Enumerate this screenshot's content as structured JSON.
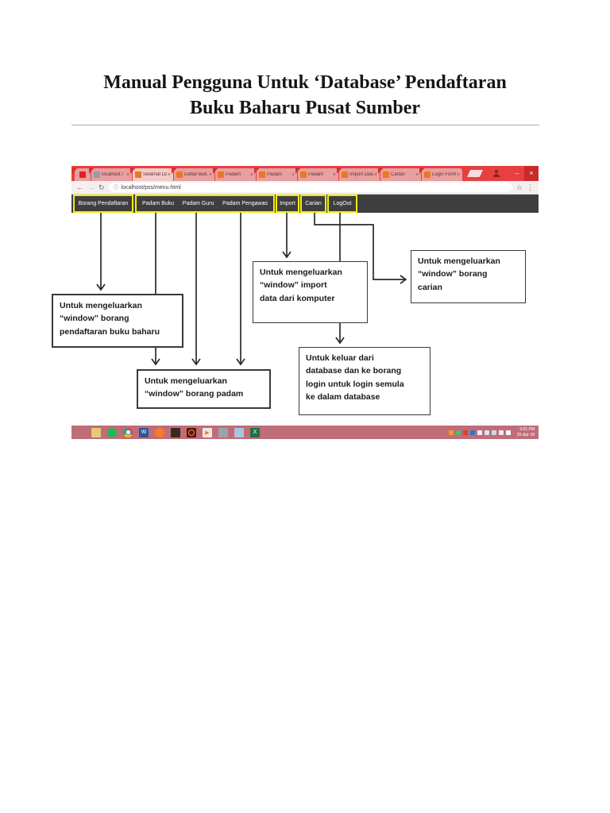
{
  "doc": {
    "title_line1": "Manual Pengguna Untuk ‘Database’ Pendaftaran",
    "title_line2": "Buku Baharu Pusat Sumber"
  },
  "browser": {
    "tabs": [
      {
        "label": "localhost /"
      },
      {
        "label": "Selamat Da.."
      },
      {
        "label": "Daftar Buk.."
      },
      {
        "label": "Padam"
      },
      {
        "label": "Padam"
      },
      {
        "label": "Padam"
      },
      {
        "label": "Import Data"
      },
      {
        "label": "Carian"
      },
      {
        "label": "Login Form"
      }
    ],
    "url": "localhost/pss/menu.html",
    "nav_items": [
      {
        "label": "Borang Pendaftaran"
      },
      {
        "label": "Padam Buku"
      },
      {
        "label": "Padam Guru"
      },
      {
        "label": "Padam Pengawas"
      },
      {
        "label": "Import"
      },
      {
        "label": "Carian"
      },
      {
        "label": "LogOut"
      }
    ]
  },
  "icons": {
    "close": "×",
    "back": "←",
    "forward": "→",
    "reload": "↻",
    "info": "ⓘ",
    "star": "☆",
    "dots": "⋮",
    "minimize": "–",
    "play": "▶",
    "word": "W",
    "excel": "X"
  },
  "annotations": {
    "box1": {
      "lines": [
        "Untuk mengeluarkan",
        "“window” borang",
        "pendaftaran buku baharu"
      ]
    },
    "box2": {
      "lines": [
        "Untuk mengeluarkan",
        "“window” borang padam"
      ]
    },
    "box3": {
      "lines": [
        "Untuk mengeluarkan",
        "“window”  import",
        "data dari komputer"
      ]
    },
    "box4": {
      "lines": [
        "Untuk mengeluarkan",
        "“window” borang",
        "carian"
      ]
    },
    "box5": {
      "lines": [
        "Untuk keluar dari",
        "database dan ke borang",
        "login untuk login semula",
        "ke dalam database"
      ]
    }
  },
  "taskbar": {
    "clock_time": "5:01 PM",
    "clock_date": "25-Apr-18",
    "icon_names": [
      "windows-start",
      "file-explorer",
      "spotify",
      "chrome",
      "word",
      "xampp",
      "photoshop",
      "dark-app",
      "media-player",
      "messaging",
      "notepad",
      "excel"
    ],
    "tray_icon_names": [
      "tray-orange-app",
      "whatsapp",
      "tray-red-app",
      "tray-blue-app",
      "chat-bubble",
      "bluetooth",
      "language-flag",
      "network",
      "volume"
    ]
  },
  "colors": {
    "chrome_frame": "#e64040",
    "tab_inactive": "#e89f9f",
    "tab_active": "#f3c9c9",
    "nav_bg": "#3e3e3e",
    "highlight_yellow": "#f4ee08",
    "taskbar_bg": "#bf6d79",
    "rule_blue": "#8fb0c9"
  }
}
